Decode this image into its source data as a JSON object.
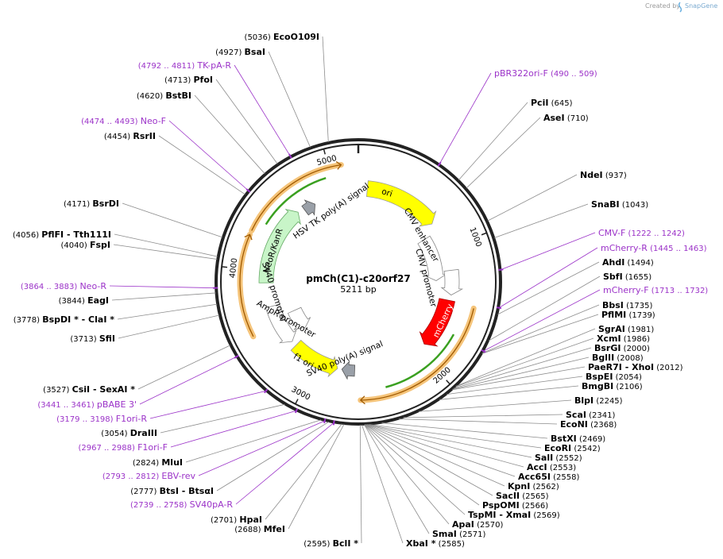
{
  "credit": {
    "prefix": "Created by",
    "brand": "SnapGene"
  },
  "plasmid": {
    "name": "pmCh(C1)-c20orf27",
    "size": "5211 bp"
  },
  "scale_ticks": [
    "1000",
    "2000",
    "3000",
    "4000",
    "5000"
  ],
  "restriction_sites": [
    {
      "name": "EcoO109I",
      "pos": "(5036)"
    },
    {
      "name": "BsaI",
      "pos": "(4927)"
    },
    {
      "name": "PfoI",
      "pos": "(4713)"
    },
    {
      "name": "BstBI",
      "pos": "(4620)"
    },
    {
      "name": "RsrII",
      "pos": "(4454)"
    },
    {
      "name": "BsrDI",
      "pos": "(4171)"
    },
    {
      "name": "PflFI - Tth111I",
      "pos": "(4056)"
    },
    {
      "name": "FspI",
      "pos": "(4040)"
    },
    {
      "name": "EagI",
      "pos": "(3844)"
    },
    {
      "name": "BspDI * - ClaI *",
      "pos": "(3778)"
    },
    {
      "name": "SfiI",
      "pos": "(3713)"
    },
    {
      "name": "CsiI - SexAI *",
      "pos": "(3527)"
    },
    {
      "name": "DraIII",
      "pos": "(3054)"
    },
    {
      "name": "MluI",
      "pos": "(2824)"
    },
    {
      "name": "BtsI - BtsαI",
      "pos": "(2777)"
    },
    {
      "name": "HpaI",
      "pos": "(2701)"
    },
    {
      "name": "MfeI",
      "pos": "(2688)"
    },
    {
      "name": "BclI *",
      "pos": "(2595)"
    },
    {
      "name": "PciI",
      "pos": "(645)"
    },
    {
      "name": "AseI",
      "pos": "(710)"
    },
    {
      "name": "NdeI",
      "pos": "(937)"
    },
    {
      "name": "SnaBI",
      "pos": "(1043)"
    },
    {
      "name": "AhdI",
      "pos": "(1494)"
    },
    {
      "name": "SbfI",
      "pos": "(1655)"
    },
    {
      "name": "BbsI",
      "pos": "(1735)"
    },
    {
      "name": "PflMI",
      "pos": "(1739)"
    },
    {
      "name": "SgrAI",
      "pos": "(1981)"
    },
    {
      "name": "XcmI",
      "pos": "(1986)"
    },
    {
      "name": "BsrGI",
      "pos": "(2000)"
    },
    {
      "name": "BglII",
      "pos": "(2008)"
    },
    {
      "name": "PaeR7I - XhoI",
      "pos": "(2012)"
    },
    {
      "name": "BspEI",
      "pos": "(2054)"
    },
    {
      "name": "BmgBI",
      "pos": "(2106)"
    },
    {
      "name": "BlpI",
      "pos": "(2245)"
    },
    {
      "name": "ScaI",
      "pos": "(2341)"
    },
    {
      "name": "EcoNI",
      "pos": "(2368)"
    },
    {
      "name": "BstXI",
      "pos": "(2469)"
    },
    {
      "name": "EcoRI",
      "pos": "(2542)"
    },
    {
      "name": "SalI",
      "pos": "(2552)"
    },
    {
      "name": "AccI",
      "pos": "(2553)"
    },
    {
      "name": "Acc65I",
      "pos": "(2558)"
    },
    {
      "name": "KpnI",
      "pos": "(2562)"
    },
    {
      "name": "SacII",
      "pos": "(2565)"
    },
    {
      "name": "PspOMI",
      "pos": "(2566)"
    },
    {
      "name": "TspMI - XmaI",
      "pos": "(2569)"
    },
    {
      "name": "ApaI",
      "pos": "(2570)"
    },
    {
      "name": "SmaI",
      "pos": "(2571)"
    },
    {
      "name": "XbaI *",
      "pos": "(2585)"
    }
  ],
  "primer_sites": [
    {
      "name": "TK-pA-R",
      "pos": "(4792 .. 4811)"
    },
    {
      "name": "Neo-F",
      "pos": "(4474 .. 4493)"
    },
    {
      "name": "Neo-R",
      "pos": "(3864 .. 3883)"
    },
    {
      "name": "pBABE 3'",
      "pos": "(3441 .. 3461)"
    },
    {
      "name": "F1ori-R",
      "pos": "(3179 .. 3198)"
    },
    {
      "name": "F1ori-F",
      "pos": "(2967 .. 2988)"
    },
    {
      "name": "EBV-rev",
      "pos": "(2793 .. 2812)"
    },
    {
      "name": "SV40pA-R",
      "pos": "(2739 .. 2758)"
    },
    {
      "name": "pBR322ori-F",
      "pos": "(490 .. 509)"
    },
    {
      "name": "CMV-F",
      "pos": "(1222 .. 1242)"
    },
    {
      "name": "mCherry-R",
      "pos": "(1445 .. 1463)"
    },
    {
      "name": "mCherry-F",
      "pos": "(1713 .. 1732)"
    }
  ],
  "features": [
    {
      "name": "ori",
      "color": "#ffff00"
    },
    {
      "name": "CMV enhancer",
      "color": "#ffffff"
    },
    {
      "name": "CMV promoter",
      "color": "#ffffff"
    },
    {
      "name": "mCherry",
      "color": "#ff0000"
    },
    {
      "name": "SV40 poly(A) signal",
      "color": "#9aa0a8"
    },
    {
      "name": "f1 ori",
      "color": "#ffff00"
    },
    {
      "name": "AmpR promoter",
      "color": "#ffffff"
    },
    {
      "name": "SV40 promoter",
      "color": "#ffffff"
    },
    {
      "name": "NeoR/KanR",
      "color": "#c8f5c8"
    },
    {
      "name": "HSV TK poly(A) signal",
      "color": "#9aa0a8"
    }
  ]
}
